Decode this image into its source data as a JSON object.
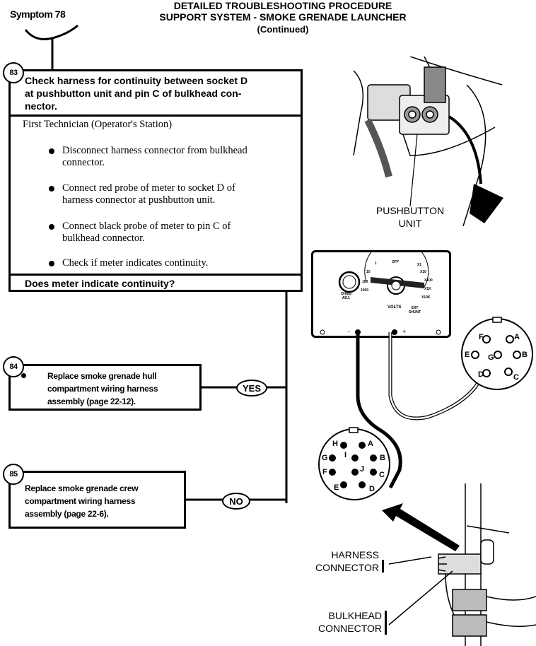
{
  "header": {
    "symptom": "Symptom 78",
    "line1": "DETAILED TROUBLESHOOTING PROCEDURE",
    "line2": "SUPPORT SYSTEM - SMOKE GRENADE LAUNCHER",
    "line3": "(Continued)"
  },
  "step83": {
    "number": "83",
    "title_lines": [
      "Check harness for continuity between socket D",
      "at pushbutton unit and pin C of bulkhead con-",
      "nector."
    ],
    "technician": "First Technician (Operator's Station)",
    "bullets": [
      [
        "Disconnect harness connector from bulkhead",
        "connector."
      ],
      [
        "Connect red probe of meter to socket D of",
        "harness connector at pushbutton unit."
      ],
      [
        "Connect black probe of meter to pin C of",
        "bulkhead connector."
      ],
      [
        "Check if meter indicates continuity."
      ]
    ],
    "question": "Does meter indicate continuity?"
  },
  "step84": {
    "number": "84",
    "lines": [
      "Replace smoke grenade hull",
      "compartment wiring harness",
      "assembly (page 22-12)."
    ],
    "branch": "YES"
  },
  "step85": {
    "number": "85",
    "lines": [
      "Replace smoke grenade crew",
      "compartment wiring harness",
      "assembly (page 22-6)."
    ],
    "branch": "NO"
  },
  "illustration": {
    "pushbutton_label": [
      "PUSHBUTTON",
      "UNIT"
    ],
    "harness_label": [
      "HARNESS",
      "CONNECTOR"
    ],
    "bulkhead_label": [
      "BULKHEAD",
      "CONNECTOR"
    ],
    "meter_labels": {
      "ohms_adj": [
        "OHMS",
        "ADJ."
      ],
      "off": "OFF",
      "x1": "X1",
      "x10": "X10",
      "x100": "X100",
      "x1k": "X1K",
      "x10k": "X10K",
      "ext_shunt": [
        "EXT",
        "SHUNT"
      ],
      "volts": "VOLTS",
      "r1": "1",
      "r10": "10",
      "r100": "100",
      "r1000": "1000",
      "minus": "-",
      "plus": "+"
    },
    "socket_pins": [
      "F",
      "A",
      "E",
      "G",
      "B",
      "D",
      "C"
    ],
    "bulkhead_pins": [
      "H",
      "A",
      "G",
      "I",
      "B",
      "F",
      "J",
      "C",
      "E",
      "D"
    ]
  }
}
